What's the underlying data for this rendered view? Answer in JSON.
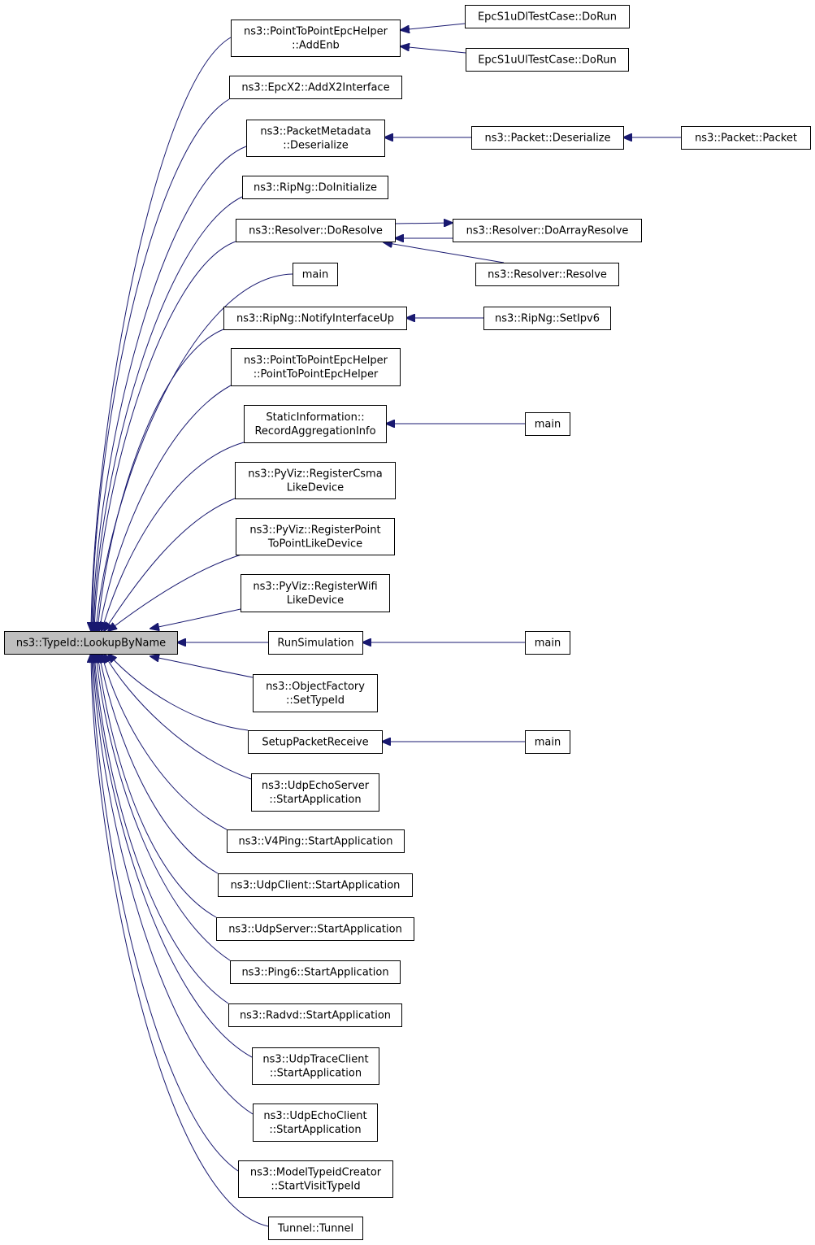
{
  "diagram": {
    "root": {
      "id": "root",
      "lines": [
        "ns3::TypeId::LookupByName"
      ]
    },
    "nodes": [
      {
        "id": "addenb",
        "lines": [
          "ns3::PointToPointEpcHelper",
          "::AddEnb"
        ]
      },
      {
        "id": "addx2",
        "lines": [
          "ns3::EpcX2::AddX2Interface"
        ]
      },
      {
        "id": "pmdeser",
        "lines": [
          "ns3::PacketMetadata",
          "::Deserialize"
        ]
      },
      {
        "id": "ripinit",
        "lines": [
          "ns3::RipNg::DoInitialize"
        ]
      },
      {
        "id": "doresolve",
        "lines": [
          "ns3::Resolver::DoResolve"
        ]
      },
      {
        "id": "main1",
        "lines": [
          "main"
        ]
      },
      {
        "id": "notifyup",
        "lines": [
          "ns3::RipNg::NotifyInterfaceUp"
        ]
      },
      {
        "id": "p2pctor",
        "lines": [
          "ns3::PointToPointEpcHelper",
          "::PointToPointEpcHelper"
        ]
      },
      {
        "id": "recagg",
        "lines": [
          "StaticInformation::",
          "RecordAggregationInfo"
        ]
      },
      {
        "id": "regcsma",
        "lines": [
          "ns3::PyViz::RegisterCsma",
          "LikeDevice"
        ]
      },
      {
        "id": "regp2p",
        "lines": [
          "ns3::PyViz::RegisterPoint",
          "ToPointLikeDevice"
        ]
      },
      {
        "id": "regwifi",
        "lines": [
          "ns3::PyViz::RegisterWifi",
          "LikeDevice"
        ]
      },
      {
        "id": "runsim",
        "lines": [
          "RunSimulation"
        ]
      },
      {
        "id": "settypeid",
        "lines": [
          "ns3::ObjectFactory",
          "::SetTypeId"
        ]
      },
      {
        "id": "setuppr",
        "lines": [
          "SetupPacketReceive"
        ]
      },
      {
        "id": "udpechoserver",
        "lines": [
          "ns3::UdpEchoServer",
          "::StartApplication"
        ]
      },
      {
        "id": "v4ping",
        "lines": [
          "ns3::V4Ping::StartApplication"
        ]
      },
      {
        "id": "udpclient",
        "lines": [
          "ns3::UdpClient::StartApplication"
        ]
      },
      {
        "id": "udpserver",
        "lines": [
          "ns3::UdpServer::StartApplication"
        ]
      },
      {
        "id": "ping6",
        "lines": [
          "ns3::Ping6::StartApplication"
        ]
      },
      {
        "id": "radvd",
        "lines": [
          "ns3::Radvd::StartApplication"
        ]
      },
      {
        "id": "udptrace",
        "lines": [
          "ns3::UdpTraceClient",
          "::StartApplication"
        ]
      },
      {
        "id": "udpechoclient",
        "lines": [
          "ns3::UdpEchoClient",
          "::StartApplication"
        ]
      },
      {
        "id": "modeltypeid",
        "lines": [
          "ns3::ModelTypeidCreator",
          "::StartVisitTypeId"
        ]
      },
      {
        "id": "tunnel",
        "lines": [
          "Tunnel::Tunnel"
        ]
      },
      {
        "id": "s1udl",
        "lines": [
          "EpcS1uDlTestCase::DoRun"
        ]
      },
      {
        "id": "s1uul",
        "lines": [
          "EpcS1uUlTestCase::DoRun"
        ]
      },
      {
        "id": "pktdeser",
        "lines": [
          "ns3::Packet::Deserialize"
        ]
      },
      {
        "id": "pktctor",
        "lines": [
          "ns3::Packet::Packet"
        ]
      },
      {
        "id": "doarray",
        "lines": [
          "ns3::Resolver::DoArrayResolve"
        ]
      },
      {
        "id": "resolve",
        "lines": [
          "ns3::Resolver::Resolve"
        ]
      },
      {
        "id": "setipv6",
        "lines": [
          "ns3::RipNg::SetIpv6"
        ]
      },
      {
        "id": "main2",
        "lines": [
          "main"
        ]
      },
      {
        "id": "main3",
        "lines": [
          "main"
        ]
      },
      {
        "id": "main4",
        "lines": [
          "main"
        ]
      }
    ],
    "edges": [
      {
        "from": "addenb",
        "to": "root"
      },
      {
        "from": "addx2",
        "to": "root"
      },
      {
        "from": "pmdeser",
        "to": "root"
      },
      {
        "from": "ripinit",
        "to": "root"
      },
      {
        "from": "doresolve",
        "to": "root"
      },
      {
        "from": "main1",
        "to": "root"
      },
      {
        "from": "notifyup",
        "to": "root"
      },
      {
        "from": "p2pctor",
        "to": "root"
      },
      {
        "from": "recagg",
        "to": "root"
      },
      {
        "from": "regcsma",
        "to": "root"
      },
      {
        "from": "regp2p",
        "to": "root"
      },
      {
        "from": "regwifi",
        "to": "root"
      },
      {
        "from": "runsim",
        "to": "root"
      },
      {
        "from": "settypeid",
        "to": "root"
      },
      {
        "from": "setuppr",
        "to": "root"
      },
      {
        "from": "udpechoserver",
        "to": "root"
      },
      {
        "from": "v4ping",
        "to": "root"
      },
      {
        "from": "udpclient",
        "to": "root"
      },
      {
        "from": "udpserver",
        "to": "root"
      },
      {
        "from": "ping6",
        "to": "root"
      },
      {
        "from": "radvd",
        "to": "root"
      },
      {
        "from": "udptrace",
        "to": "root"
      },
      {
        "from": "udpechoclient",
        "to": "root"
      },
      {
        "from": "modeltypeid",
        "to": "root"
      },
      {
        "from": "tunnel",
        "to": "root"
      },
      {
        "from": "s1udl",
        "to": "addenb"
      },
      {
        "from": "s1uul",
        "to": "addenb"
      },
      {
        "from": "pktdeser",
        "to": "pmdeser"
      },
      {
        "from": "pktctor",
        "to": "pktdeser"
      },
      {
        "from": "doarray",
        "to": "doresolve"
      },
      {
        "from": "doresolve",
        "to": "doarray"
      },
      {
        "from": "resolve",
        "to": "doresolve"
      },
      {
        "from": "setipv6",
        "to": "notifyup"
      },
      {
        "from": "main2",
        "to": "recagg"
      },
      {
        "from": "main3",
        "to": "runsim"
      },
      {
        "from": "main4",
        "to": "setuppr"
      }
    ]
  }
}
